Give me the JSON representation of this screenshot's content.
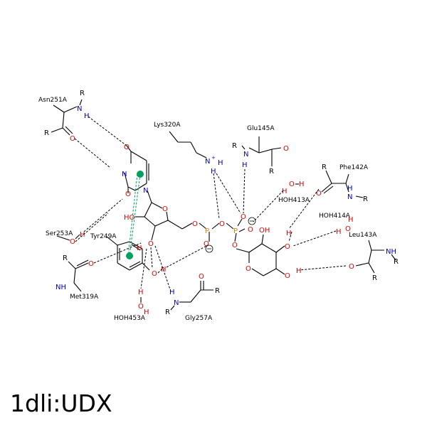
{
  "title": "1dli:UDX",
  "residues": {
    "asn251a": "Asn251A",
    "ser253a": "Ser253A",
    "tyr249a": "Tyr249A",
    "met319a": "Met319A",
    "hoh453a": "HOH453A",
    "gly257a": "Gly257A",
    "lys320a": "Lys320A",
    "glu145a": "Glu145A",
    "phe142a": "Phe142A",
    "hoh413a": "HOH413A",
    "hoh414a": "HOH414A",
    "leu143a": "Leu143A"
  },
  "colors": {
    "oxygen": "#e00000",
    "nitrogen": "#0000cc",
    "phosphorus": "#e08000",
    "pi_contact": "#00a060"
  }
}
